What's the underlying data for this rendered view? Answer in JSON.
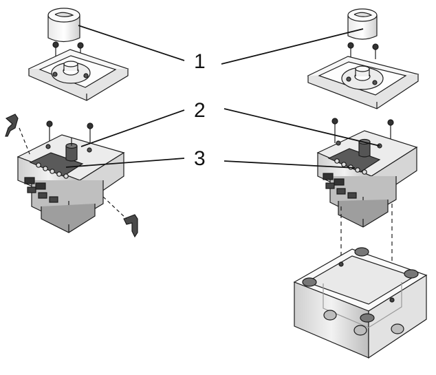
{
  "callouts": [
    {
      "label": "1"
    },
    {
      "label": "2"
    },
    {
      "label": "3"
    }
  ],
  "colors": {
    "line": "#1a1a1a",
    "fill_light": "#f4f4f4",
    "fill_mid": "#d9d9d9",
    "fill_dark": "#5a5a5a"
  },
  "icons": [
    "rotary-knob-cap",
    "cover-plate",
    "screw",
    "dimmer-insert",
    "terminal-block",
    "mounting-claw",
    "flush-box"
  ]
}
